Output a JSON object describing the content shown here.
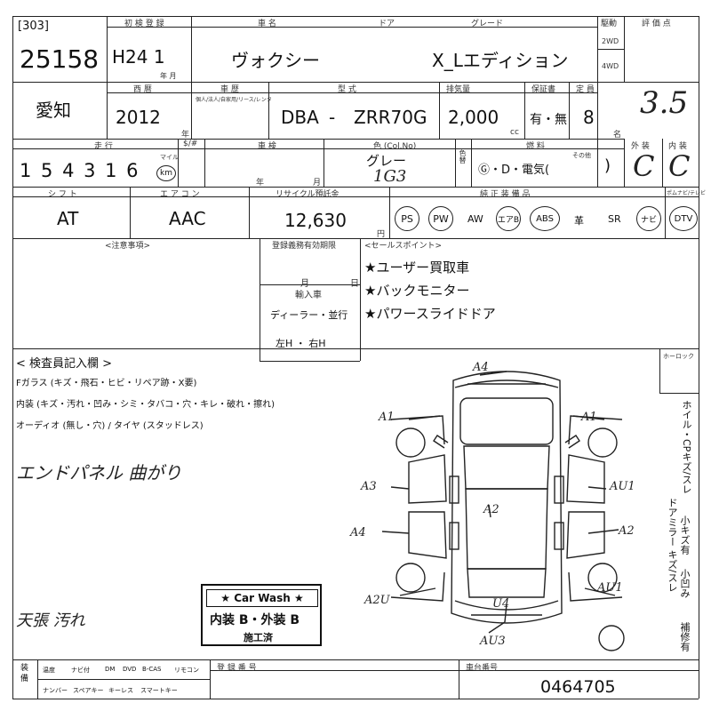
{
  "header_top": {
    "labels": {
      "auction_no": "初 検 登 録",
      "model": "車 名",
      "door": "ドア",
      "grade": "グレード",
      "drive": "駆動",
      "score": "評 価 点",
      "year_sub": "年 月"
    },
    "lot_code": "[303]",
    "lot_number": "25158",
    "first_reg": "H24 1",
    "car_name": "ヴォクシー",
    "grade": "X_Lエディション",
    "drive_2wd": "2WD",
    "drive_4wd": "4WD",
    "score_handwritten": "3.5"
  },
  "row2": {
    "labels": {
      "year": "西 暦",
      "inspection": "車 歴",
      "inspection_sub": "個人/法人/自家用/リース/レンタ",
      "model_code": "型 式",
      "displacement": "排気量",
      "warranty": "保証書",
      "seats": "定 員",
      "year_unit": "年",
      "cc": "cc",
      "seat_unit": "名"
    },
    "region": "愛知",
    "year": "2012",
    "model_prefix": "DBA",
    "model_dash": "-",
    "model_code": "ZRR70G",
    "displacement": "2,000",
    "warranty": "有・無",
    "seats": "8"
  },
  "row3": {
    "labels": {
      "mileage": "走 行",
      "sc": "$/#",
      "inspection_date": "車 検",
      "color": "色 (Col.No)",
      "fuel": "燃 料",
      "exterior": "外 装",
      "interior": "内 装",
      "year_unit": "年",
      "month_unit": "月",
      "mile": "マイル",
      "km": "km",
      "color_change": "色替",
      "fuel_other": "その他"
    },
    "mileage": "1 5 4 3 1 6",
    "color_name": "グレー",
    "color_code": "1G3",
    "fuel_options": "Ⓖ・D・電気(",
    "fuel_close": ")",
    "exterior_grade": "C",
    "interior_grade": "C"
  },
  "row4": {
    "labels": {
      "shift": "シ フ ト",
      "aircon": "エ ア コ ン",
      "recycle": "リサイクル預託金",
      "equipment": "純 正 装 備 品",
      "yen": "円",
      "custom": "ポムナビ/テレビ"
    },
    "shift": "AT",
    "aircon": "AAC",
    "recycle_fee": "12,630",
    "equipment_circled": [
      "PS",
      "PW"
    ],
    "equipment_plain": [
      "AW"
    ],
    "equipment_circled2": [
      "エアB",
      "ABS"
    ],
    "equipment_plain2": [
      "革",
      "SR"
    ],
    "equipment_circled3": [
      "ナビ",
      "DTV"
    ]
  },
  "notes": {
    "labels": {
      "caution": "<注意事項>",
      "reg_expiry": "登録義務有効期限",
      "month": "月",
      "day": "日",
      "import": "輸入車",
      "dealer": "ディーラー・並行",
      "steering": "左H ・ 右H",
      "selling_points": "<セールスポイント>"
    },
    "selling_points": [
      "★ユーザー買取車",
      "★バックモニター",
      "★パワースライドドア"
    ]
  },
  "inspector": {
    "title": "< 検査員記入欄 >",
    "glass_line": "Fガラス (キズ・飛石・ヒビ・リペア跡・X要)",
    "interior_line": "内装 (キズ・汚れ・凹み・シミ・タバコ・穴・キレ・破れ・擦れ)",
    "audio_line": "オーディオ (無し・穴) / タイヤ (スタッドレス)",
    "remark1": "エンドパネル 曲がり",
    "remark2": "天張 汚れ"
  },
  "diagram": {
    "codes": [
      "A4",
      "A1",
      "A1",
      "A3",
      "AU1",
      "A2",
      "A4",
      "A2",
      "A2U",
      "AU1",
      "U4",
      "AU3"
    ]
  },
  "right_column": {
    "box_label": "ホーロック",
    "vertical_1": "ホイル・CPキズ/スレ",
    "vertical_2": "ドアミラー キズ/スレ",
    "vertical_3": "小キズ有",
    "vertical_4": "小凹み",
    "vertical_5": "補修有"
  },
  "carwash": {
    "title": "★ Car Wash ★",
    "grade": "内装 B・外装 B",
    "done": "施工済"
  },
  "footer": {
    "labels": {
      "accessories": "装 備",
      "reg_no": "登 録 番 号",
      "chassis": "車台番号"
    },
    "items_row1": [
      "温度",
      "ナビ付",
      "DM",
      "DVD",
      "B-CAS",
      "リモコン"
    ],
    "items_row2": [
      "ナンバー",
      "スペアキー",
      "キーレス",
      "スマートキー"
    ],
    "chassis_no": "0464705"
  }
}
